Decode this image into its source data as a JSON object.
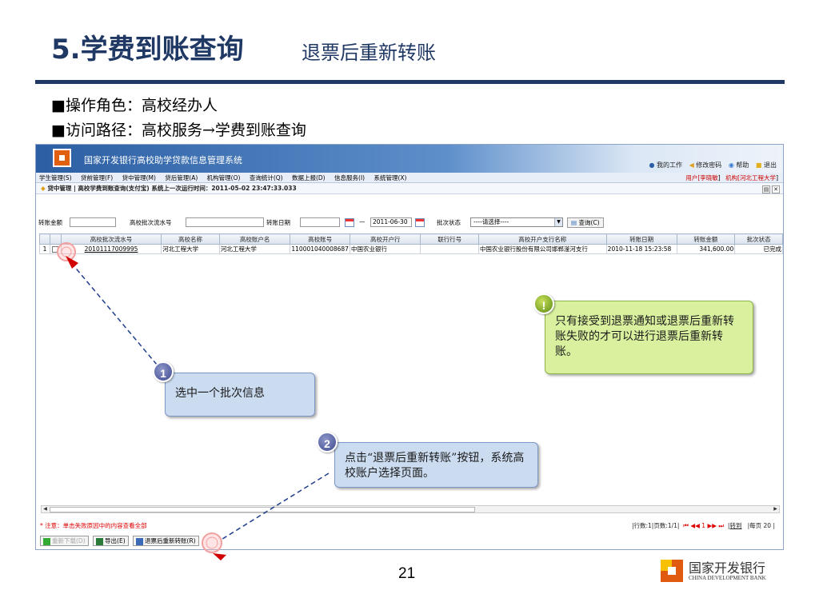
{
  "slide": {
    "title": "5.学费到账查询",
    "subtitle": "退票后重新转账",
    "bullets": [
      "■操作角色：高校经办人",
      "■访问路径：高校服务→学费到账查询"
    ],
    "page_number": "21"
  },
  "app": {
    "title": "国家开发银行高校助学贷款信息管理系统",
    "header_links": [
      "我的工作",
      "修改密码",
      "帮助",
      "退出"
    ],
    "menu": [
      "学生管理(S)",
      "贷前管理(F)",
      "贷中管理(M)",
      "贷后管理(A)",
      "机构管理(O)",
      "查询统计(Q)",
      "数据上报(D)",
      "信息服务(I)",
      "系统管理(X)"
    ],
    "user_info": {
      "user_label": "用户[",
      "user": "李晓敏",
      "org_label": "机构[",
      "org": "河北工程大学"
    },
    "breadcrumb": "贷中管理 | 高校学费到账查询(支付宝) 系统上一次运行时间：2011-05-02 23:47:33.033",
    "search": {
      "amount_label": "转账金额",
      "batch_label": "高校批次流水号",
      "date_label": "转账日期",
      "date_to": "2011-06-30",
      "date_sep": "—",
      "status_label": "批次状态",
      "status_value": "----请选择----",
      "query_button": "查询(C)"
    },
    "table": {
      "headers": [
        "",
        "",
        "高校批次流水号",
        "高校名称",
        "高校账户名",
        "高校账号",
        "高校开户行",
        "联行行号",
        "高校开户支行名称",
        "转账日期",
        "转账金额",
        "批次状态"
      ],
      "rows": [
        {
          "index": "1",
          "batch_no": "20101117009995",
          "school": "河北工程大学",
          "account_name": "河北工程大学",
          "account_no": "110001040008687",
          "bank": "中国农业银行",
          "union_no": "",
          "branch": "中国农业银行股份有限公司邯郸滏河支行",
          "date": "2010-11-18 15:23:58",
          "amount": "341,600.00",
          "status": "已完成"
        }
      ]
    },
    "note": "* 注意：单击失败原因中的内容查看全部",
    "pager": {
      "rows_pages": "|行数:1|页数:1/1|",
      "nav": "⏮ ◀◀ 1 ▶▶ ⏭",
      "goto": "|转到",
      "per_page": "|每页",
      "per_page_value": "20",
      "end": "|"
    },
    "buttons": {
      "redownload": "重新下载(D)",
      "export": "导出(E)",
      "retransfer": "退票后重新转账(R)"
    }
  },
  "callouts": {
    "step1_badge": "1",
    "step1": "选中一个批次信息",
    "step2_badge": "2",
    "step2": "点击“退票后重新转账”按钮，系统高校账户选择页面。",
    "warn_badge": "!",
    "warn": "只有接受到退票通知或退票后重新转账失败的才可以进行退票后重新转账。"
  },
  "brand": {
    "name_cn": "国家开发银行",
    "name_en": "CHINA DEVELOPMENT BANK"
  },
  "colors": {
    "title": "#1f3864",
    "callout_blue": "#cbdbf0",
    "callout_green": "#d9f19f",
    "arrow": "#1f3d8c",
    "pointer_red": "#d00000"
  }
}
